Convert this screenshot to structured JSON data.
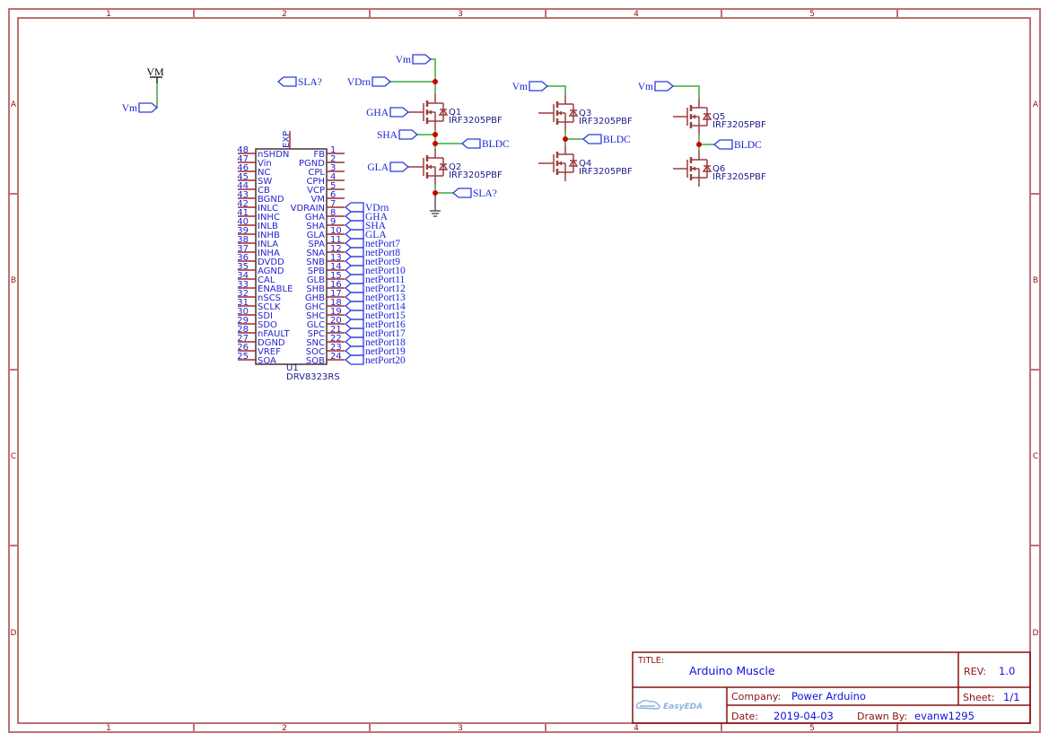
{
  "app": "EasyEDA",
  "frame": {
    "columns": [
      "1",
      "2",
      "3",
      "4",
      "5"
    ],
    "rows": [
      "A",
      "B",
      "C",
      "D"
    ]
  },
  "power_port": {
    "name": "VM",
    "flag": "Vm"
  },
  "loose_flags": {
    "sla": "SLA?"
  },
  "u1": {
    "designator": "U1",
    "part": "DRV8323RS",
    "exp_pin": "EXP",
    "left_pins": [
      {
        "num": "48",
        "name": "nSHDN"
      },
      {
        "num": "47",
        "name": "Vin"
      },
      {
        "num": "46",
        "name": "NC"
      },
      {
        "num": "45",
        "name": "SW"
      },
      {
        "num": "44",
        "name": "CB"
      },
      {
        "num": "43",
        "name": "BGND"
      },
      {
        "num": "42",
        "name": "INLC"
      },
      {
        "num": "41",
        "name": "INHC"
      },
      {
        "num": "40",
        "name": "INLB"
      },
      {
        "num": "39",
        "name": "INHB"
      },
      {
        "num": "38",
        "name": "INLA"
      },
      {
        "num": "37",
        "name": "INHA"
      },
      {
        "num": "36",
        "name": "DVDD"
      },
      {
        "num": "35",
        "name": "AGND"
      },
      {
        "num": "34",
        "name": "CAL"
      },
      {
        "num": "33",
        "name": "ENABLE"
      },
      {
        "num": "32",
        "name": "nSCS"
      },
      {
        "num": "31",
        "name": "SCLK"
      },
      {
        "num": "30",
        "name": "SDI"
      },
      {
        "num": "29",
        "name": "SDO"
      },
      {
        "num": "28",
        "name": "nFAULT"
      },
      {
        "num": "27",
        "name": "DGND"
      },
      {
        "num": "26",
        "name": "VREF"
      },
      {
        "num": "25",
        "name": "SOA"
      }
    ],
    "right_pins": [
      {
        "num": "1",
        "name": "FB",
        "net": null
      },
      {
        "num": "2",
        "name": "PGND",
        "net": null
      },
      {
        "num": "3",
        "name": "CPL",
        "net": null
      },
      {
        "num": "4",
        "name": "CPH",
        "net": null
      },
      {
        "num": "5",
        "name": "VCP",
        "net": null
      },
      {
        "num": "6",
        "name": "VM",
        "net": null
      },
      {
        "num": "7",
        "name": "VDRAIN",
        "net": "VDrn"
      },
      {
        "num": "8",
        "name": "GHA",
        "net": "GHA"
      },
      {
        "num": "9",
        "name": "SHA",
        "net": "SHA"
      },
      {
        "num": "10",
        "name": "GLA",
        "net": "GLA"
      },
      {
        "num": "11",
        "name": "SPA",
        "net": "netPort7"
      },
      {
        "num": "12",
        "name": "SNA",
        "net": "netPort8"
      },
      {
        "num": "13",
        "name": "SNB",
        "net": "netPort9"
      },
      {
        "num": "14",
        "name": "SPB",
        "net": "netPort10"
      },
      {
        "num": "15",
        "name": "GLB",
        "net": "netPort11"
      },
      {
        "num": "16",
        "name": "SHB",
        "net": "netPort12"
      },
      {
        "num": "17",
        "name": "GHB",
        "net": "netPort13"
      },
      {
        "num": "18",
        "name": "GHC",
        "net": "netPort14"
      },
      {
        "num": "19",
        "name": "SHC",
        "net": "netPort15"
      },
      {
        "num": "20",
        "name": "GLC",
        "net": "netPort16"
      },
      {
        "num": "21",
        "name": "SPC",
        "net": "netPort17"
      },
      {
        "num": "22",
        "name": "SNC",
        "net": "netPort18"
      },
      {
        "num": "23",
        "name": "SOC",
        "net": "netPort19"
      },
      {
        "num": "24",
        "name": "SOB",
        "net": "netPort20"
      }
    ]
  },
  "phase_a": {
    "supply": "Vm",
    "drain_net": "VDrn",
    "high_gate": "GHA",
    "switch": "SHA",
    "output": "BLDC",
    "low_gate": "GLA",
    "sense": "SLA?",
    "high": {
      "designator": "Q1",
      "part": "IRF3205PBF"
    },
    "low": {
      "designator": "Q2",
      "part": "IRF3205PBF"
    }
  },
  "phase_b": {
    "supply": "Vm",
    "output": "BLDC",
    "high": {
      "designator": "Q3",
      "part": "IRF3205PBF"
    },
    "low": {
      "designator": "Q4",
      "part": "IRF3205PBF"
    }
  },
  "phase_c": {
    "supply": "Vm",
    "output": "BLDC",
    "high": {
      "designator": "Q5",
      "part": "IRF3205PBF"
    },
    "low": {
      "designator": "Q6",
      "part": "IRF3205PBF"
    }
  },
  "title_block": {
    "title_label": "TITLE:",
    "title": "Arduino Muscle",
    "rev_label": "REV:",
    "rev": "1.0",
    "company_label": "Company:",
    "company": "Power Arduino",
    "sheet_label": "Sheet:",
    "sheet": "1/1",
    "date_label": "Date:",
    "date": "2019-04-03",
    "drawn_by_label": "Drawn By:",
    "drawn_by": "evanw1295",
    "logo": "EasyEDA"
  },
  "colors": {
    "wire": "#3aa83a",
    "junction": "#d00000",
    "net_label": "#1c24d8",
    "net_flag": "#2a3ae0",
    "symbol": "#9c3c3c",
    "frame": "#8b1010",
    "value_text": "#1010e0"
  }
}
